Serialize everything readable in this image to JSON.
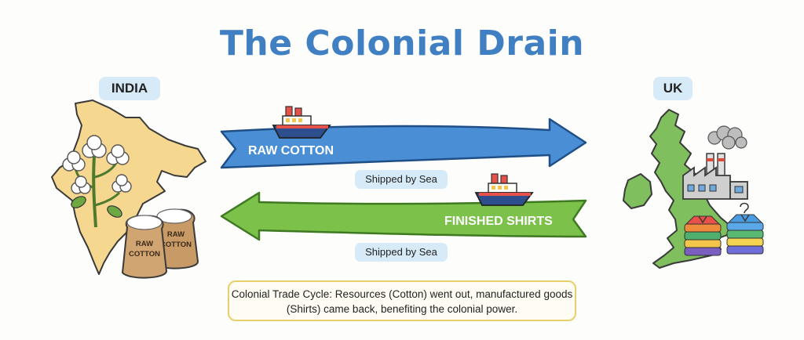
{
  "title": "The Colonial Drain",
  "regions": {
    "india": "INDIA",
    "uk": "UK"
  },
  "flows": {
    "export": {
      "label": "RAW COTTON",
      "transport": "Shipped by Sea"
    },
    "import": {
      "label": "FINISHED SHIRTS",
      "transport": "Shipped by Sea"
    }
  },
  "sacks": [
    {
      "line1": "RAW",
      "line2": "COTTON"
    },
    {
      "line1": "RAW",
      "line2": "COTTON"
    }
  ],
  "caption": "Colonial Trade Cycle: Resources (Cotton) went out, manufactured goods (Shirts) came back, benefiting the colonial power.",
  "colors": {
    "title": "#3f7fc2",
    "export_arrow": "#4a8fd6",
    "import_arrow": "#7bc14a",
    "india_map": "#f6d78f",
    "uk_map": "#7fbf5e",
    "pill": "#d6eaf7",
    "caption_border": "#e7cf6c"
  },
  "icons": [
    "cotton-plant-icon",
    "cotton-sack-icon",
    "ship-icon",
    "factory-icon",
    "shirt-stack-icon"
  ]
}
